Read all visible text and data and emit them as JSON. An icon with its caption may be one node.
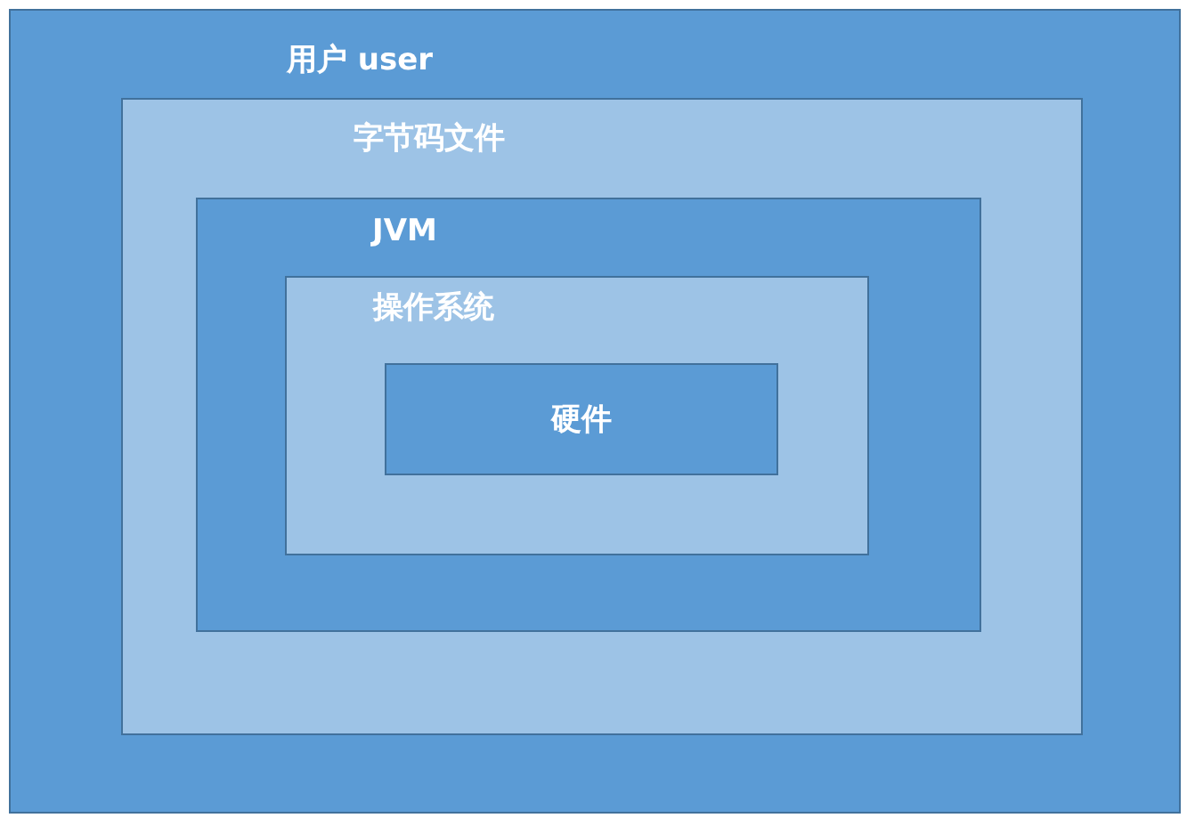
{
  "diagram": {
    "nodes": [
      {
        "text": [
          "用户 user"
        ]
      },
      {
        "text": [
          "字节码文件"
        ],
        "in": 0
      },
      {
        "text": [
          "JVM"
        ],
        "in": 1
      },
      {
        "text": [
          "操作系统"
        ],
        "in": 2
      },
      {
        "text": [
          "硬件"
        ],
        "in": 3
      }
    ]
  }
}
